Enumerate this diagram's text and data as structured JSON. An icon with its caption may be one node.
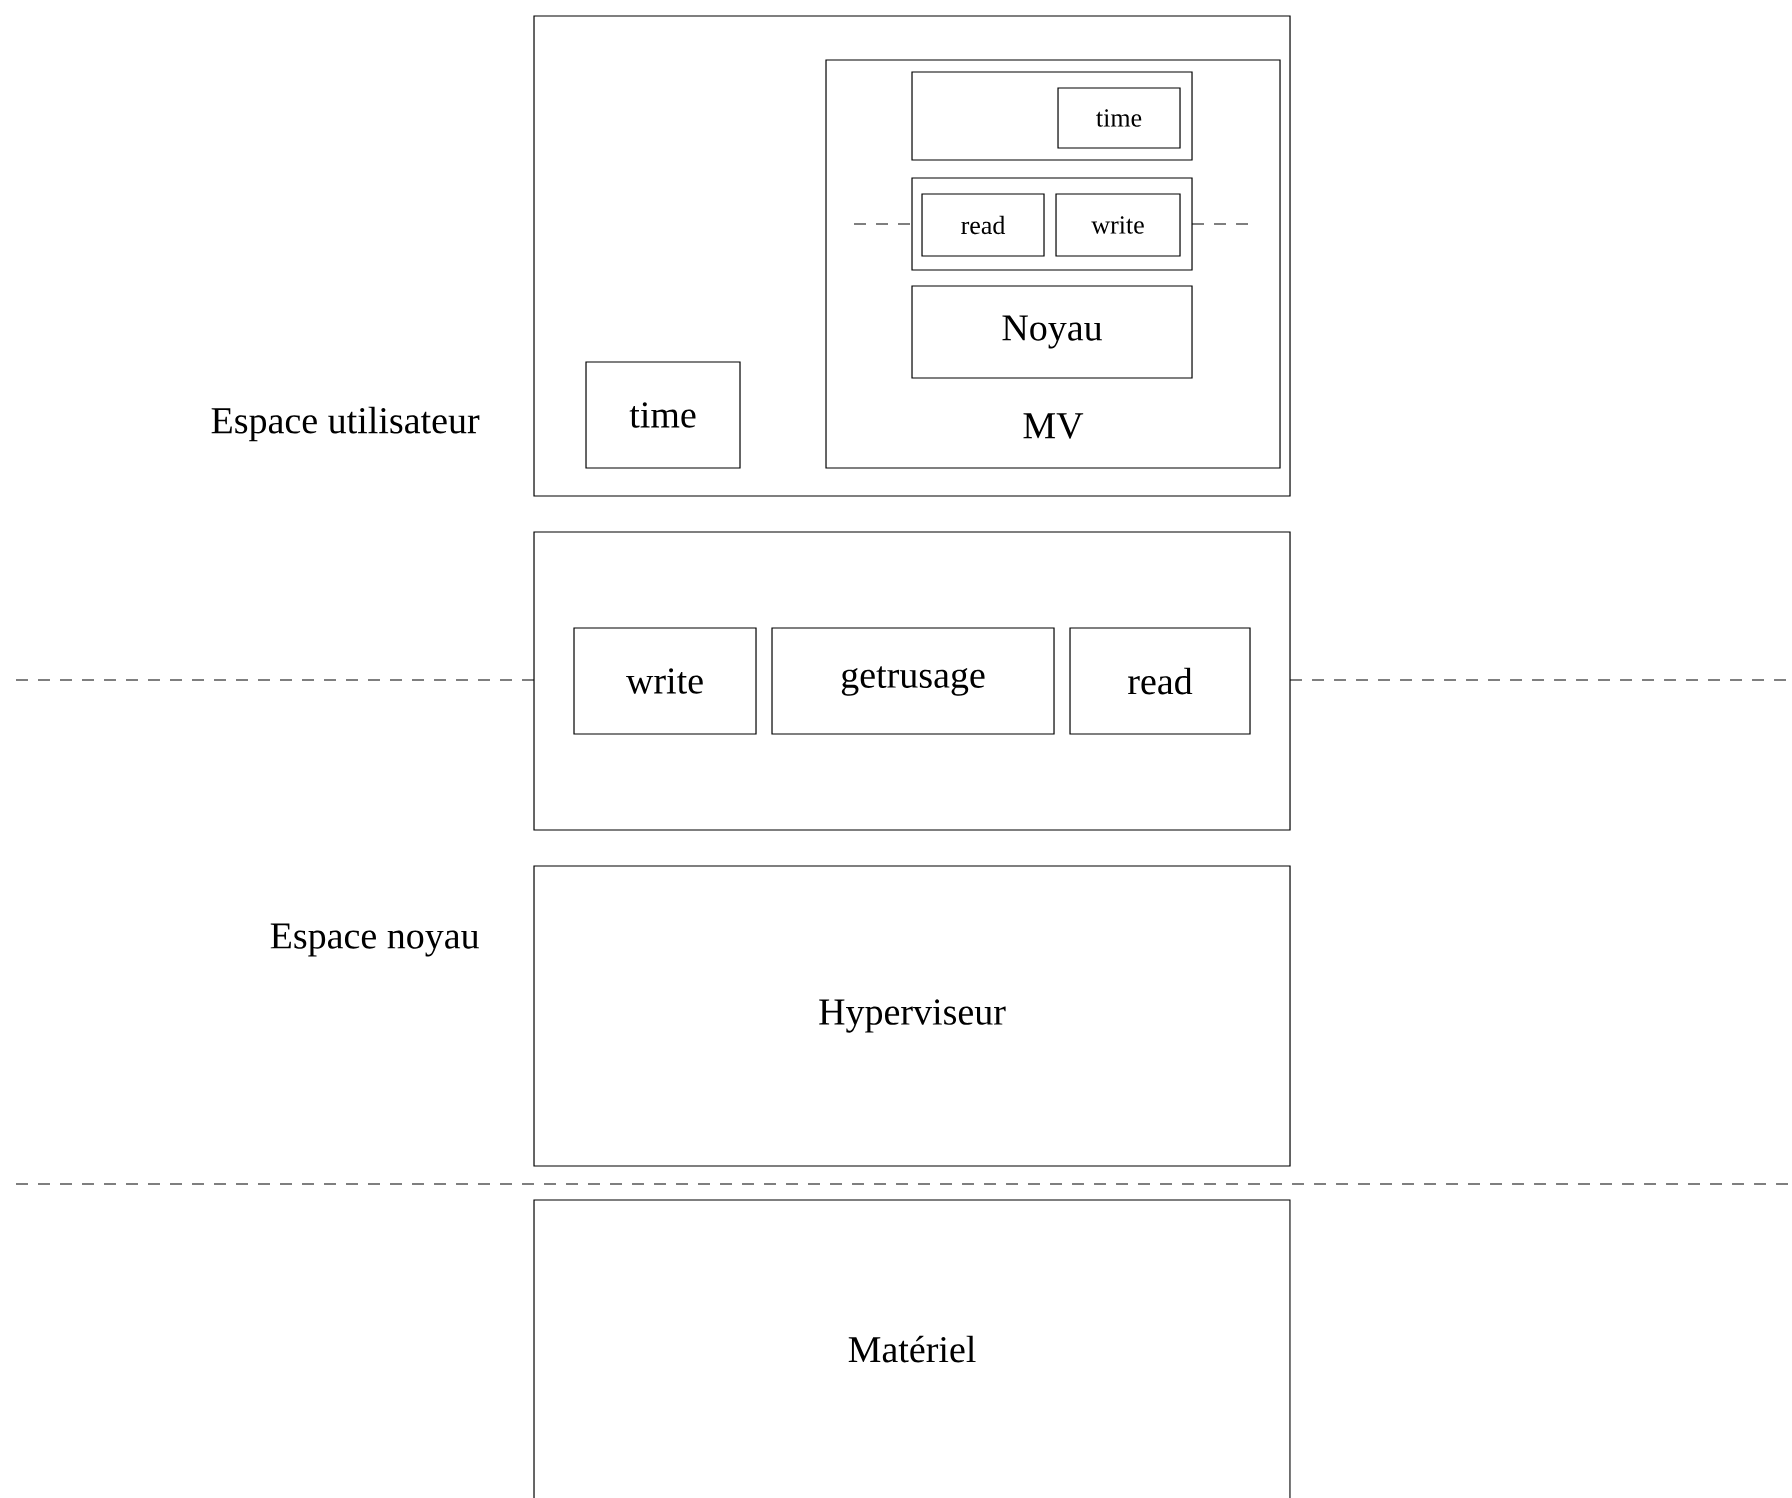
{
  "diagram": {
    "nodes": [
      {
        "text": [],
        "shape": "box"
      },
      {
        "text": [
          "time"
        ],
        "in": 0
      },
      {
        "text": [
          "MV"
        ],
        "in": 0
      },
      {
        "text": [],
        "shape": "box",
        "in": 2
      },
      {
        "text": [
          "time"
        ],
        "in": 3
      },
      {
        "text": [],
        "shape": "box",
        "in": 2
      },
      {
        "text": [
          "read"
        ],
        "in": 5
      },
      {
        "text": [
          "write"
        ],
        "in": 5
      },
      {
        "text": [
          "Noyau"
        ],
        "in": 2
      },
      {
        "text": [],
        "shape": "box"
      },
      {
        "text": [
          "write"
        ],
        "in": 9
      },
      {
        "text": [
          "getrusage"
        ],
        "in": 9
      },
      {
        "text": [
          "read"
        ],
        "in": 9
      },
      {
        "text": [
          "Hyperviseur"
        ]
      },
      {
        "text": [
          "Matériel"
        ]
      }
    ],
    "labels": [
      "Espace utilisateur",
      "Espace noyau"
    ]
  }
}
